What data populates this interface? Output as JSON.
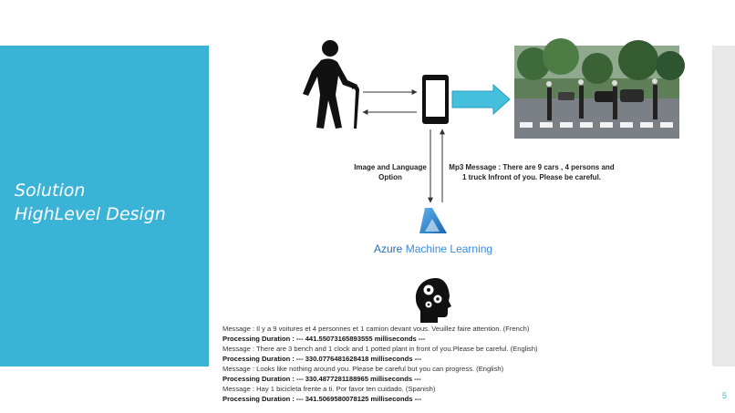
{
  "slide": {
    "title_line1": "Solution",
    "title_line2": "HighLevel Design",
    "page_number": "5"
  },
  "diagram": {
    "left_label_line1": "Image and Language",
    "left_label_line2": "Option",
    "right_label_line1": "Mp3 Message : There are 9 cars , 4 persons and",
    "right_label_line2": "1 truck Infront of you. Please be careful.",
    "azure_word": "Azure",
    "azure_rest": "Machine Learning",
    "icons": [
      "elderly-person-icon",
      "smartphone-icon",
      "arrow-right-icon",
      "street-photo",
      "azure-ml-logo",
      "head-gears-icon"
    ]
  },
  "log": [
    {
      "text": "Message : Il y a 9 voitures et 4 personnes et 1 camion devant vous. Veuillez faire attention.  (French)",
      "bold": false
    },
    {
      "text": "Processing Duration : --- 441.55073165893555  milliseconds ---",
      "bold": true
    },
    {
      "text": "Message : There are 3 bench and 1 clock and 1 potted plant in front of you.Please be careful. (English)",
      "bold": false
    },
    {
      "text": "Processing Duration : --- 330.0776481628418  milliseconds ---",
      "bold": true
    },
    {
      "text": "Message : Looks like nothing around you.  Please be careful but you can progress. (English)",
      "bold": false
    },
    {
      "text": "Processing Duration : --- 330.4877281188965  milliseconds ---",
      "bold": true
    },
    {
      "text": "Message : Hay 1 bicicleta frente a ti. Por favor ten cuidado. (Spanish)",
      "bold": false
    },
    {
      "text": "Processing Duration : --- 341.5069580078125  milliseconds ---",
      "bold": true
    }
  ],
  "colors": {
    "accent": "#3bb3d6",
    "arrow_fill": "#44c0dc",
    "azure_blue": "#1f6fbf"
  }
}
